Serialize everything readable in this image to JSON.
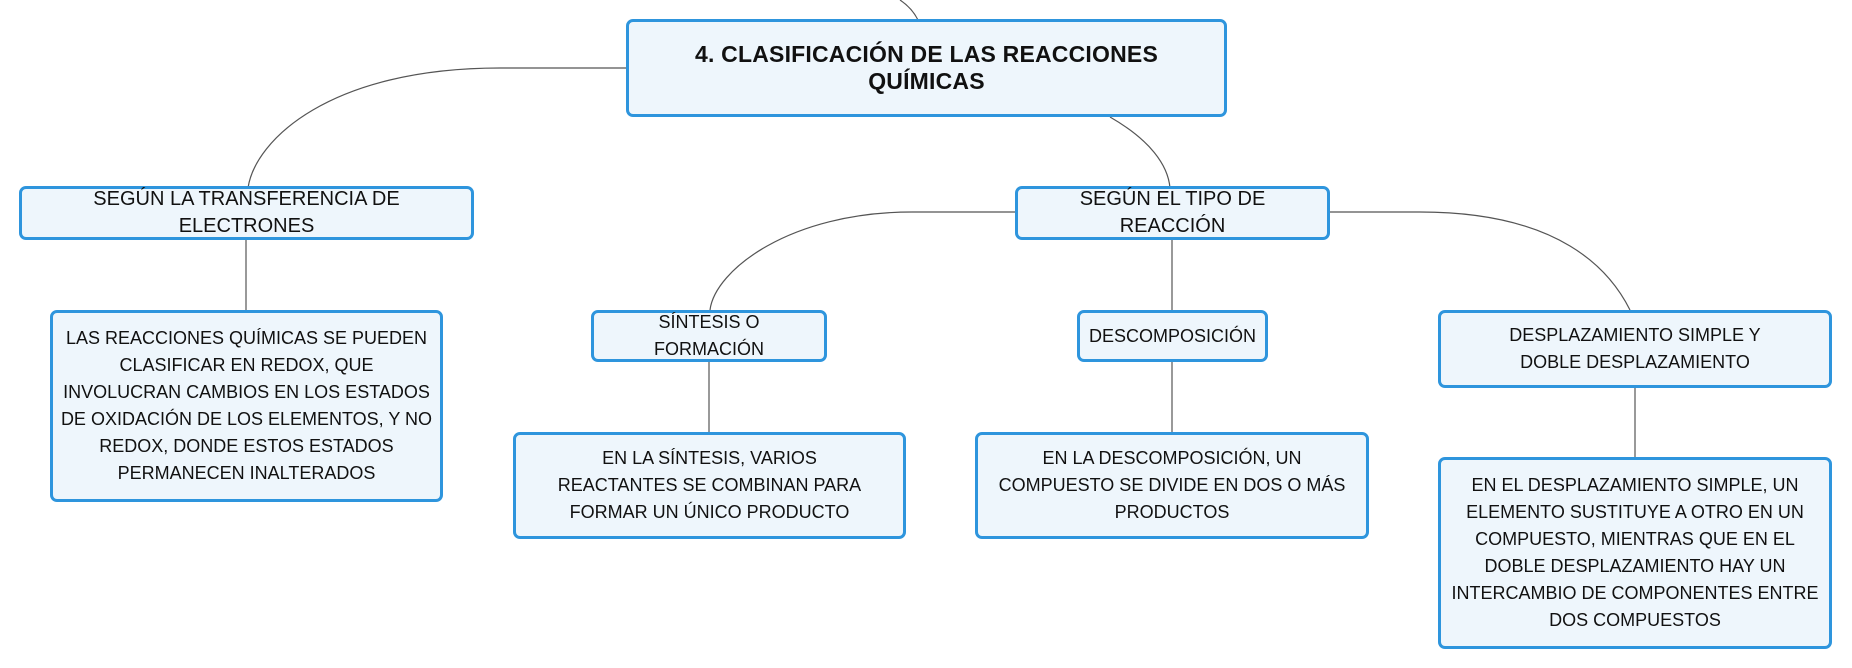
{
  "map": {
    "root": {
      "title": "4. CLASIFICACIÓN DE LAS REACCIONES QUÍMICAS"
    },
    "branches": [
      {
        "label": "SEGÚN LA TRANSFERENCIA DE ELECTRONES",
        "children": [
          {
            "label": "LAS REACCIONES QUÍMICAS SE PUEDEN CLASIFICAR EN REDOX, QUE INVOLUCRAN CAMBIOS EN LOS ESTADOS DE OXIDACIÓN DE LOS ELEMENTOS, Y NO REDOX, DONDE ESTOS ESTADOS PERMANECEN INALTERADOS"
          }
        ]
      },
      {
        "label": "SEGÚN EL TIPO DE REACCIÓN",
        "children": [
          {
            "label": "SÍNTESIS O FORMACIÓN",
            "detail": "EN LA SÍNTESIS, VARIOS REACTANTES SE COMBINAN PARA FORMAR UN ÚNICO PRODUCTO"
          },
          {
            "label": "DESCOMPOSICIÓN",
            "detail": "EN LA DESCOMPOSICIÓN, UN COMPUESTO SE DIVIDE EN DOS O MÁS PRODUCTOS"
          },
          {
            "label": "DESPLAZAMIENTO SIMPLE Y DOBLE DESPLAZAMIENTO",
            "detail": "EN EL DESPLAZAMIENTO SIMPLE, UN ELEMENTO SUSTITUYE A OTRO EN UN COMPUESTO, MIENTRAS QUE EN EL DOBLE DESPLAZAMIENTO HAY UN INTERCAMBIO DE COMPONENTES ENTRE DOS COMPUESTOS"
          }
        ]
      }
    ]
  },
  "colors": {
    "node_border": "#2e95dd",
    "node_fill": "#eef6fc",
    "connector": "#555555"
  }
}
